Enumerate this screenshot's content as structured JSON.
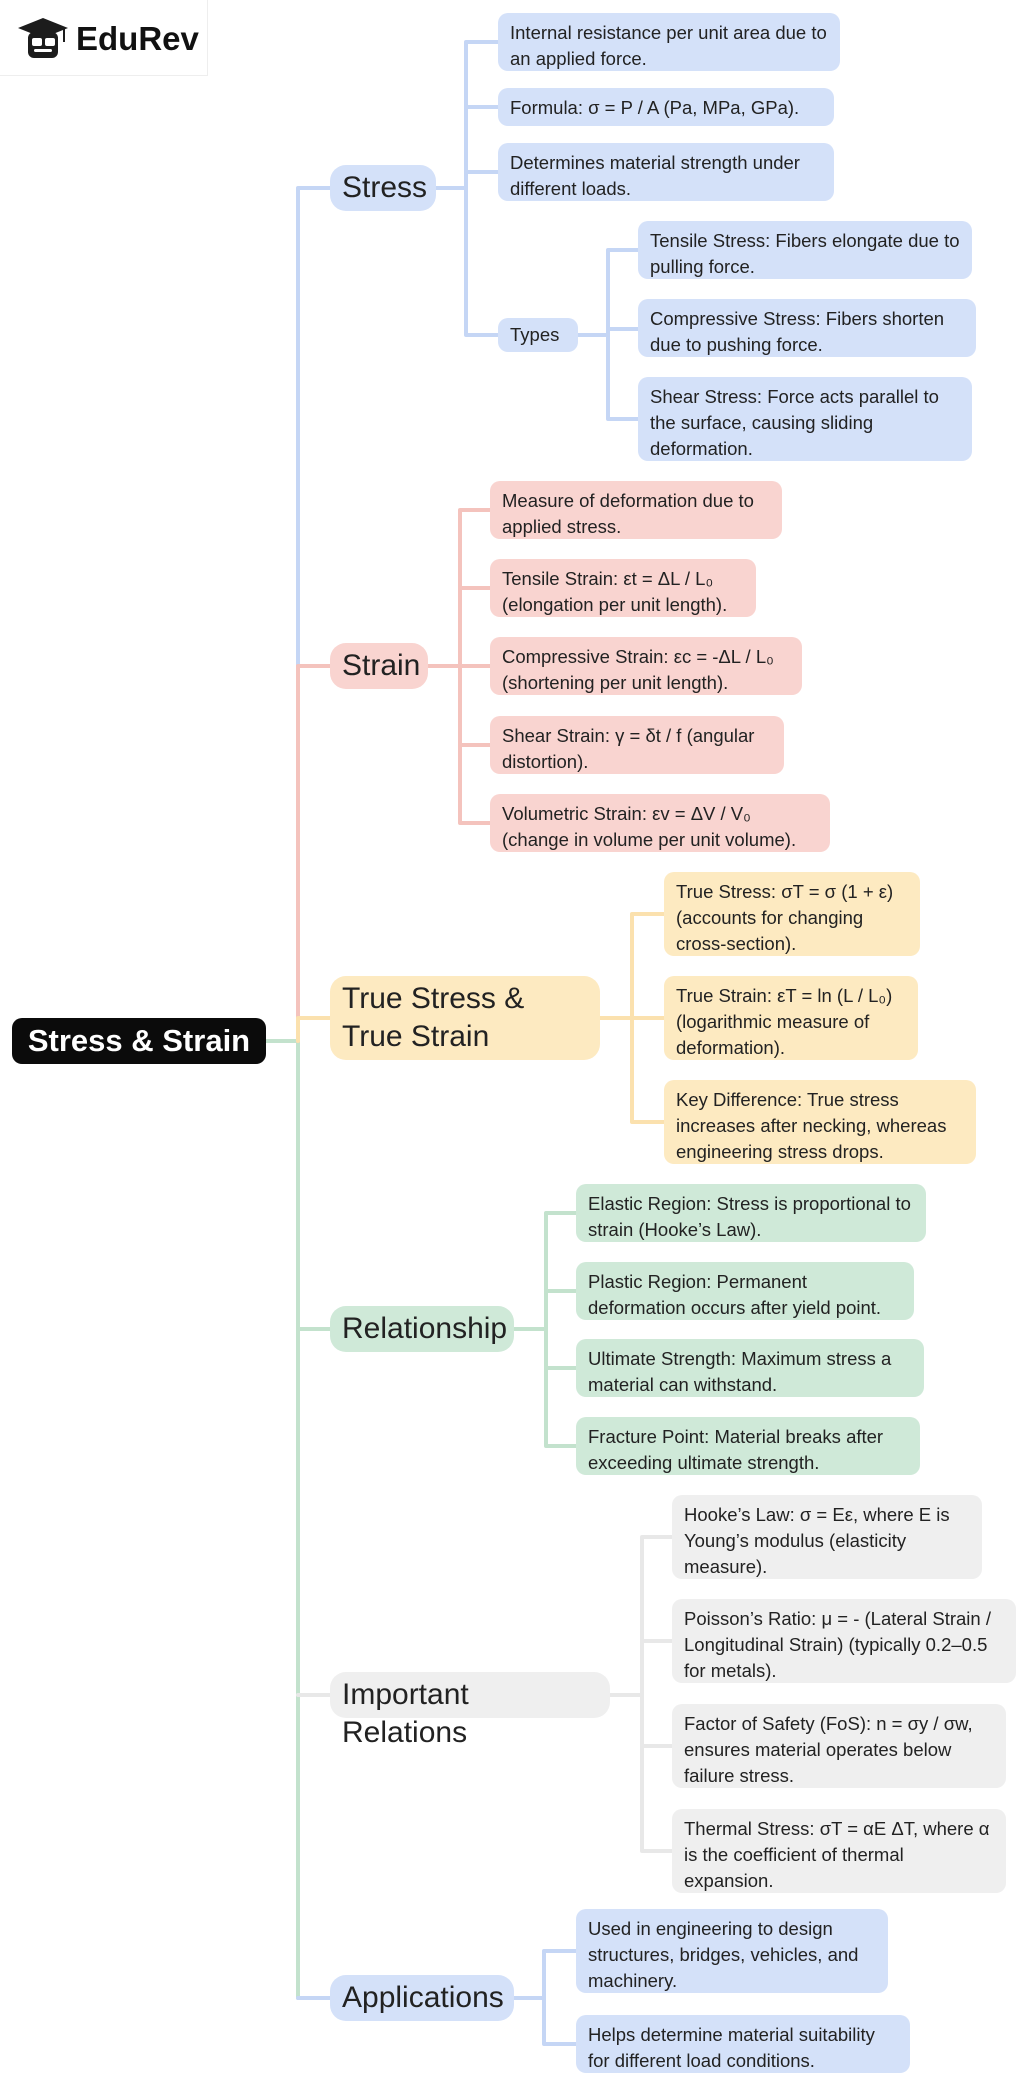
{
  "logo": {
    "text": "EduRev",
    "icon": "graduation-cap-icon"
  },
  "root": {
    "label": "Stress & Strain"
  },
  "colors": {
    "blue_node": "#d4e1f9",
    "blue_line": "#c5d6f5",
    "red_node": "#f9d4d0",
    "red_line": "#f4c3bd",
    "yellow_node": "#fdeac1",
    "yellow_line": "#fbe1ae",
    "green_node": "#cfe9d8",
    "green_line": "#c3e2cd",
    "gray_node": "#efefef",
    "gray_line": "#e8e8e8",
    "root_bg": "#0b0b0b"
  },
  "branches": {
    "stress": {
      "label": "Stress",
      "items": [
        "Internal resistance per unit area due to an applied force.",
        "Formula: σ = P / A (Pa, MPa, GPa).",
        "Determines material strength under different loads."
      ],
      "types": {
        "label": "Types",
        "items": [
          "Tensile Stress: Fibers elongate due to pulling force.",
          "Compressive Stress: Fibers shorten due to pushing force.",
          "Shear Stress: Force acts parallel to the surface, causing sliding deformation."
        ]
      }
    },
    "strain": {
      "label": "Strain",
      "items": [
        "Measure of deformation due to applied stress.",
        "Tensile Strain: εt = ΔL / L₀ (elongation per unit length).",
        "Compressive Strain: εc = -ΔL / L₀ (shortening per unit length).",
        "Shear Strain: γ = δt / f (angular distortion).",
        "Volumetric Strain: εv = ΔV / V₀ (change in volume per unit volume)."
      ]
    },
    "true_stress": {
      "label": "True Stress & True Strain",
      "items": [
        "True Stress: σT = σ (1 + ε) (accounts for changing cross-section).",
        "True Strain: εT = ln (L / L₀) (logarithmic measure of deformation).",
        "Key Difference: True stress increases after necking, whereas engineering stress drops."
      ]
    },
    "relationship": {
      "label": "Relationship",
      "items": [
        "Elastic Region: Stress is proportional to strain (Hooke’s Law).",
        "Plastic Region: Permanent deformation occurs after yield point.",
        "Ultimate Strength: Maximum stress a material can withstand.",
        "Fracture Point: Material breaks after exceeding ultimate strength."
      ]
    },
    "relations": {
      "label": "Important Relations",
      "items": [
        "Hooke’s Law: σ = Eε, where E is Young’s modulus (elasticity measure).",
        "Poisson’s Ratio: μ = - (Lateral Strain / Longitudinal Strain) (typically 0.2–0.5 for metals).",
        "Factor of Safety (FoS): n = σy / σw, ensures material operates below failure stress.",
        "Thermal Stress: σT = αE ΔT, where α is the coefficient of thermal expansion."
      ]
    },
    "applications": {
      "label": "Applications",
      "items": [
        "Used in engineering to design structures, bridges, vehicles, and machinery.",
        "Helps determine material suitability for different load conditions."
      ]
    }
  }
}
